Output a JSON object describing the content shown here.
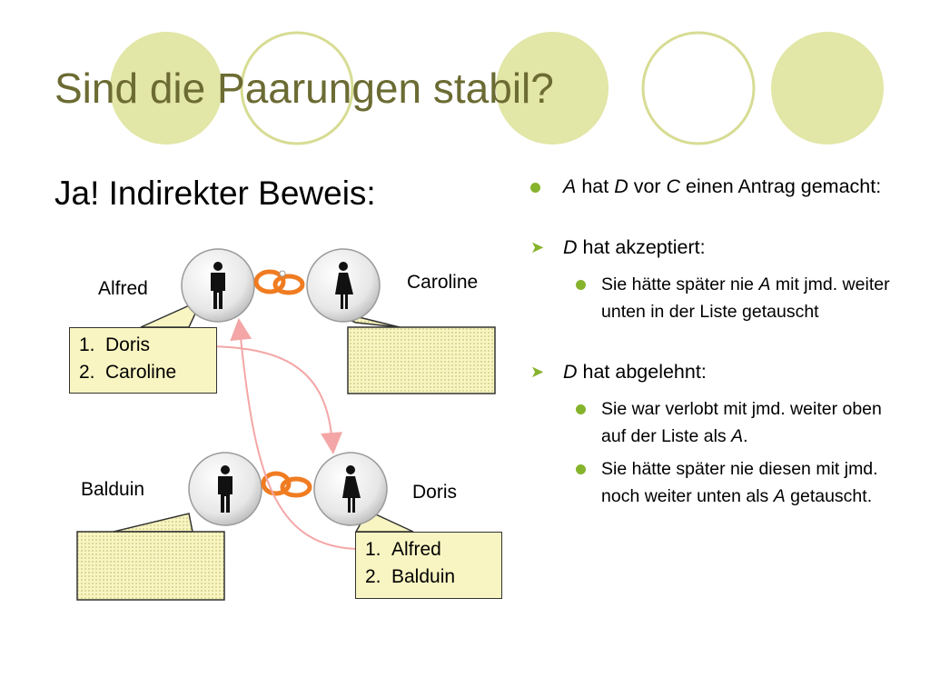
{
  "slide": {
    "title": "Sind die Paarungen stabil?",
    "subtitle": "Ja! Indirekter Beweis:"
  },
  "colors": {
    "circle_fill": "#e2e6a6",
    "circle_stroke": "#d7dc93",
    "title_color": "#6b6b33",
    "bullet_green": "#86b32c",
    "arrow_pink": "#f4a6a6",
    "box_fill": "#f8f5c2",
    "ring_orange": "#f07c22"
  },
  "diagram": {
    "names": {
      "alfred": "Alfred",
      "caroline": "Caroline",
      "balduin": "Balduin",
      "doris": "Doris"
    },
    "alfred_list": [
      {
        "num": "1.",
        "name": "Doris"
      },
      {
        "num": "2.",
        "name": "Caroline"
      }
    ],
    "doris_list": [
      {
        "num": "1.",
        "name": "Alfred"
      },
      {
        "num": "2.",
        "name": "Balduin"
      }
    ],
    "icons": [
      "man-icon",
      "woman-icon",
      "rings-icon"
    ]
  },
  "bullets": {
    "item1": {
      "p1": "A",
      "p2": " hat ",
      "p3": "D",
      "p4": " vor ",
      "p5": "C",
      "p6": " einen Antrag gemacht:"
    },
    "item2": {
      "p1": "D",
      "p2": " hat akzeptiert:"
    },
    "item2_sub": {
      "p1": "Sie hätte später nie ",
      "p2": "A",
      "p3": " mit jmd. weiter unten in der Liste getauscht"
    },
    "item3": {
      "p1": "D",
      "p2": " hat abgelehnt:"
    },
    "item3_sub1": {
      "p1": "Sie war verlobt mit jmd. weiter oben auf der Liste als ",
      "p2": "A",
      "p3": "."
    },
    "item3_sub2": {
      "p1": "Sie hätte später nie diesen mit jmd. noch weiter unten als ",
      "p2": "A",
      "p3": " getauscht."
    }
  }
}
